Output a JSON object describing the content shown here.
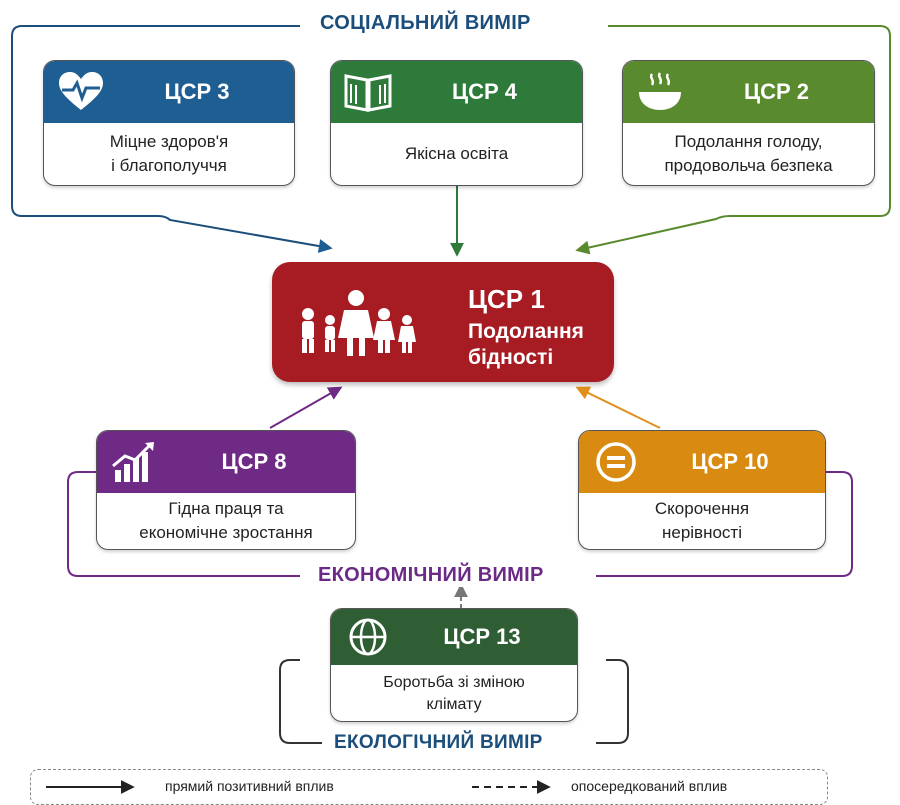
{
  "colors": {
    "social": "#1b4e7a",
    "economic": "#6b2a86",
    "ecological": "#3a3a3a",
    "sdg1": "#a71b22",
    "sdg3": "#1f5e93",
    "sdg4": "#2d7a3a",
    "sdg2": "#5a8a2e",
    "sdg8": "#6e2a85",
    "sdg10": "#d98a10",
    "sdg13": "#2f5e35"
  },
  "dimensions": {
    "social": "СОЦІАЛЬНИЙ ВИМІР",
    "economic": "ЕКОНОМІЧНИЙ ВИМІР",
    "ecological": "ЕКОЛОГІЧНИЙ ВИМІР"
  },
  "center": {
    "code": "ЦСР 1",
    "line1": "Подолання",
    "line2": "бідності",
    "icon": "family-icon"
  },
  "goals": {
    "sdg3": {
      "code": "ЦСР 3",
      "line1": "Міцне здоров'я",
      "line2": "і благополуччя",
      "icon": "heart-pulse-icon"
    },
    "sdg4": {
      "code": "ЦСР 4",
      "line1": "Якісна освіта",
      "icon": "book-icon"
    },
    "sdg2": {
      "code": "ЦСР 2",
      "line1": "Подолання голоду,",
      "line2": "продовольча безпека",
      "icon": "bowl-icon"
    },
    "sdg8": {
      "code": "ЦСР 8",
      "line1": "Гідна праця та",
      "line2": "економічне зростання",
      "icon": "growth-chart-icon"
    },
    "sdg10": {
      "code": "ЦСР 10",
      "line1": "Скорочення",
      "line2": "нерівності",
      "icon": "equals-icon"
    },
    "sdg13": {
      "code": "ЦСР 13",
      "line1": "Боротьба зі зміною",
      "line2": "клімату",
      "icon": "globe-icon"
    }
  },
  "legend": {
    "direct": "прямий позитивний вплив",
    "indirect": "опосередкований вплив"
  }
}
